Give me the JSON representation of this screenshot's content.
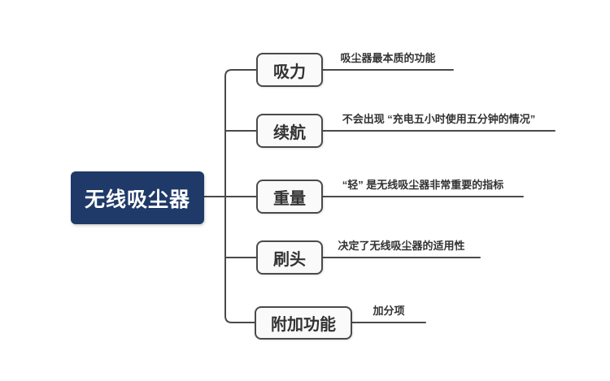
{
  "root": {
    "label": "无线吸尘器"
  },
  "branches": [
    {
      "label": "吸力",
      "note": "吸尘器最本质的功能"
    },
    {
      "label": "续航",
      "note": "不会出现 “充电五小时使用五分钟的情况”"
    },
    {
      "label": "重量",
      "note": "“轻” 是无线吸尘器非常重要的指标"
    },
    {
      "label": "刷头",
      "note": "决定了无线吸尘器的适用性"
    },
    {
      "label": "附加功能",
      "note": "加分项"
    }
  ],
  "colors": {
    "background": "#ffffff",
    "root_bg": "#1f3a68",
    "root_text": "#ffffff",
    "line": "#4a4a4a",
    "box_border": "#4a4a4a",
    "box_bg": "#fafafa",
    "text": "#333333"
  }
}
